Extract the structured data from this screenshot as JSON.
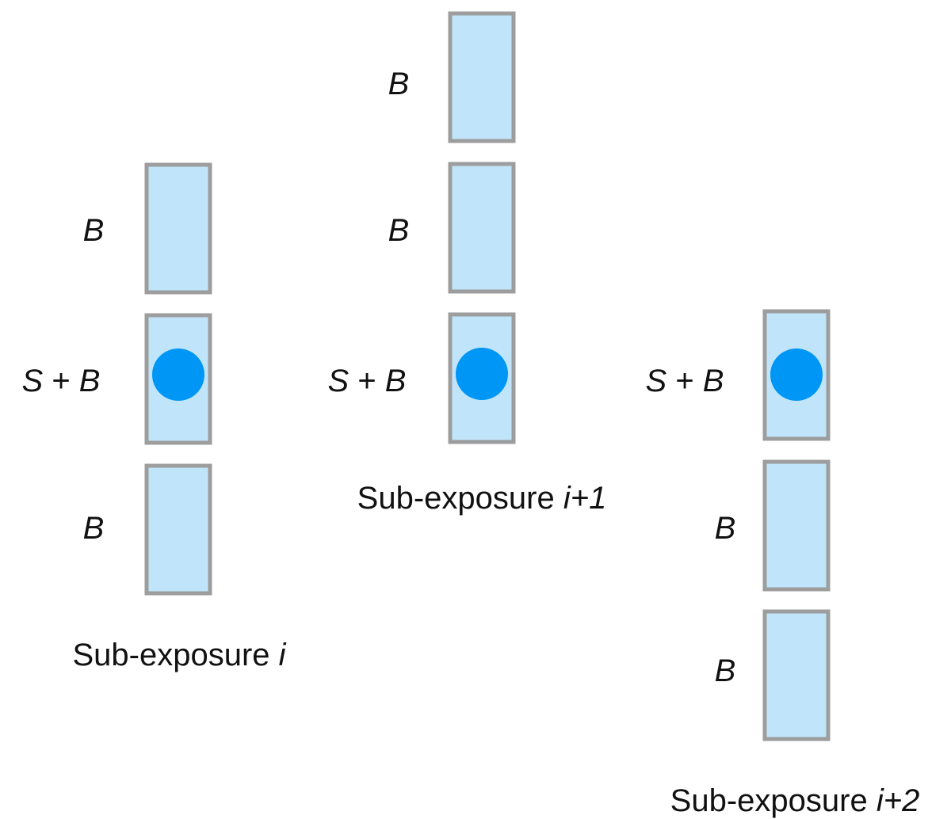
{
  "colors": {
    "box_fill": "#c0e5fb",
    "box_border": "#9d9d9d",
    "star": "#0096f5"
  },
  "columns": [
    {
      "caption": {
        "prefix": "Sub-exposure ",
        "index": "i"
      },
      "rows": [
        {
          "label": "B",
          "has_star": false
        },
        {
          "label_parts": [
            "S",
            " + ",
            "B"
          ],
          "has_star": true
        },
        {
          "label": "B",
          "has_star": false
        }
      ]
    },
    {
      "caption": {
        "prefix": "Sub-exposure ",
        "index": "i+1"
      },
      "rows": [
        {
          "label": "B",
          "has_star": false
        },
        {
          "label": "B",
          "has_star": false
        },
        {
          "label_parts": [
            "S",
            " + ",
            "B"
          ],
          "has_star": true
        }
      ]
    },
    {
      "caption": {
        "prefix": "Sub-exposure ",
        "index": "i+2"
      },
      "rows": [
        {
          "label_parts": [
            "S",
            " + ",
            "B"
          ],
          "has_star": true
        },
        {
          "label": "B",
          "has_star": false
        },
        {
          "label": "B",
          "has_star": false
        }
      ]
    }
  ]
}
